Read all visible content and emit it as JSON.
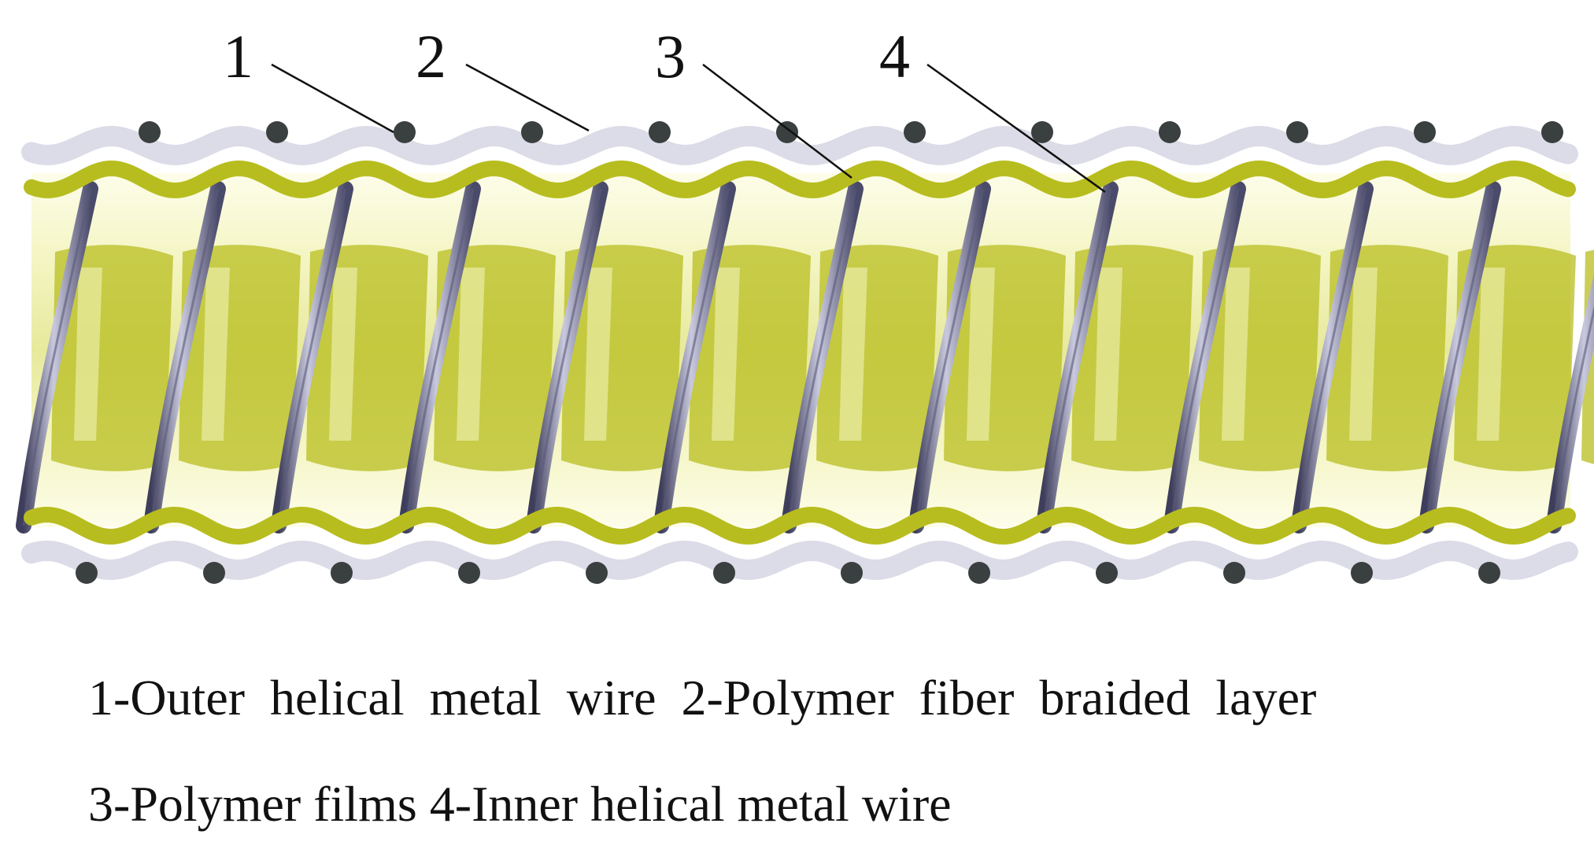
{
  "callouts": [
    {
      "id": "1",
      "label": "1"
    },
    {
      "id": "2",
      "label": "2"
    },
    {
      "id": "3",
      "label": "3"
    },
    {
      "id": "4",
      "label": "4"
    }
  ],
  "caption": {
    "line1": "1-Outer helical metal wire 2-Polymer fiber braided layer",
    "line2": "3-Polymer films 4-Inner helical metal wire"
  },
  "colors": {
    "polymer_film": "#b8bd1f",
    "polymer_film_light": "#e6e89a",
    "braided_layer": "#dcdce8",
    "inner_fill": "#fbfbe4",
    "wire": "#5a5a7a",
    "wire_highlight": "#c9c9de",
    "outer_wire_dot": "#3a3f3f",
    "leader_line": "#111111"
  },
  "icons": [
    "helical-wire-icon",
    "outer-wire-dot-icon"
  ]
}
